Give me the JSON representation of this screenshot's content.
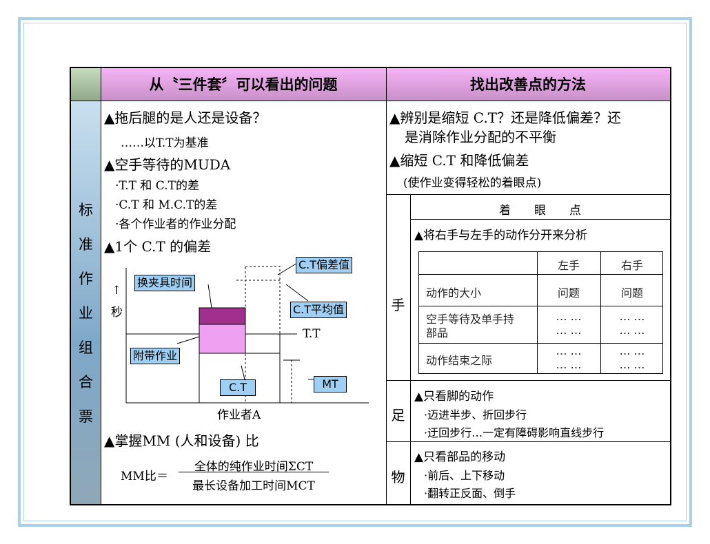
{
  "header": {
    "left": "从〝三件套〞可以看出的问题",
    "right": "找出改善点的方法"
  },
  "sidebar_chars": [
    "标",
    "准",
    "作",
    "业",
    "组",
    "合",
    "票"
  ],
  "left": {
    "q1": "▲拖后腿的是人还是设备？",
    "q1_sub": "……以T.T为基准",
    "q2": "▲空手等待的MUDA",
    "q2_items": [
      "·T.T 和 C.T的差",
      "·C.T 和 M.C.T的差",
      "·各个作业者的作业分配"
    ],
    "q3": "▲1个 C.T 的偏差",
    "chart": {
      "ylabel_arrow": "↑",
      "ylabel": "秒",
      "xlabel": "作业者A",
      "tt_label": "T.T",
      "callouts": {
        "changeover": "换夹具时间",
        "aux": "附带作业",
        "ct": "C.T",
        "ct_dev": "C.T偏差值",
        "ct_avg": "C.T平均值",
        "mt": "MT"
      }
    },
    "q4": "▲掌握MM (人和设备) 比",
    "mm_label": "MM比＝",
    "mm_numerator": "全体的纯作业时间ΣCT",
    "mm_denominator": "最长设备加工时间MCT"
  },
  "right": {
    "r1_line1": "▲辨别是缩短 C.T？还是降低偏差？还",
    "r1_line2": "是消除作业分配的不平衡",
    "r2": "▲缩短 C.T 和降低偏差",
    "r2_sub": "(使作业变得轻松的着眼点)",
    "focus_header": "着　　眼　　点",
    "hand": {
      "label": "手",
      "title": "▲将右手与左手的动作分开来分析",
      "cols": [
        "左手",
        "右手"
      ],
      "rows": [
        {
          "label": "动作的大小",
          "left": "问题",
          "right": "问题"
        },
        {
          "label_line1": "空手等待及单手持",
          "label_line2": "部品",
          "left": "… …",
          "right": "… …"
        },
        {
          "label": "动作结束之际",
          "left": "… …",
          "right": "… …"
        }
      ]
    },
    "foot": {
      "label": "足",
      "title": "▲只看脚的动作",
      "items": [
        "·迈进半步、折回步行",
        "·迂回步行…一定有障碍影响直线步行"
      ]
    },
    "goods": {
      "label": "物",
      "title": "▲只看部品的移动",
      "items": [
        "·前后、上下移动",
        "·翻转正反面、倒手"
      ]
    }
  }
}
